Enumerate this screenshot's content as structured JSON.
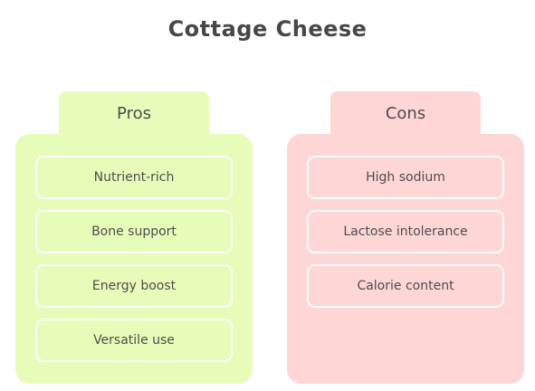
{
  "title": "Cottage Cheese",
  "pros": {
    "heading": "Pros",
    "items": [
      "Nutrient-rich",
      "Bone support",
      "Energy boost",
      "Versatile use"
    ]
  },
  "cons": {
    "heading": "Cons",
    "items": [
      "High sodium",
      "Lactose intolerance",
      "Calorie content"
    ]
  },
  "colors": {
    "pros_fill": "#e8fcb9",
    "cons_fill": "#ffd6d6",
    "item_border": "#ffffff",
    "text": "#4d4d4d"
  }
}
